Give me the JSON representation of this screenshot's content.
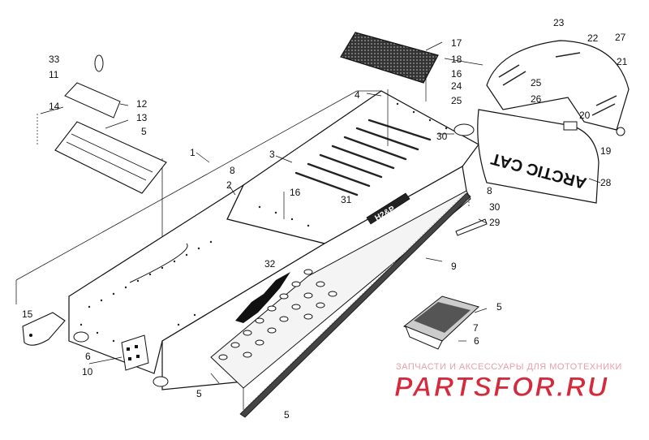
{
  "labels": {
    "p1": "1",
    "p2": "2",
    "p3": "3",
    "p4": "4",
    "p5a": "5",
    "p5b": "5",
    "p5c": "5",
    "p5d": "5",
    "p6a": "6",
    "p6b": "6",
    "p7": "7",
    "p8a": "8",
    "p8b": "8",
    "p9": "9",
    "p10": "10",
    "p11": "11",
    "p12": "12",
    "p13": "13",
    "p14": "14",
    "p15": "15",
    "p16a": "16",
    "p16b": "16",
    "p17": "17",
    "p18": "18",
    "p19": "19",
    "p20": "20",
    "p21": "21",
    "p22": "22",
    "p23": "23",
    "p24": "24",
    "p25a": "25",
    "p25b": "25",
    "p26": "26",
    "p27": "27",
    "p28": "28",
    "p29": "29",
    "p30a": "30",
    "p30b": "30",
    "p31": "31",
    "p32": "32",
    "p33": "33"
  },
  "decal_text": "ARCTIC CAT",
  "badge_text": "H2&P",
  "watermark": {
    "tagline": "ЗАПЧАСТИ И АКСЕССУАРЫ ДЛЯ МОТОТЕХНИКИ",
    "brand": "PARTSFOR.RU",
    "color": "#d42a3c"
  }
}
